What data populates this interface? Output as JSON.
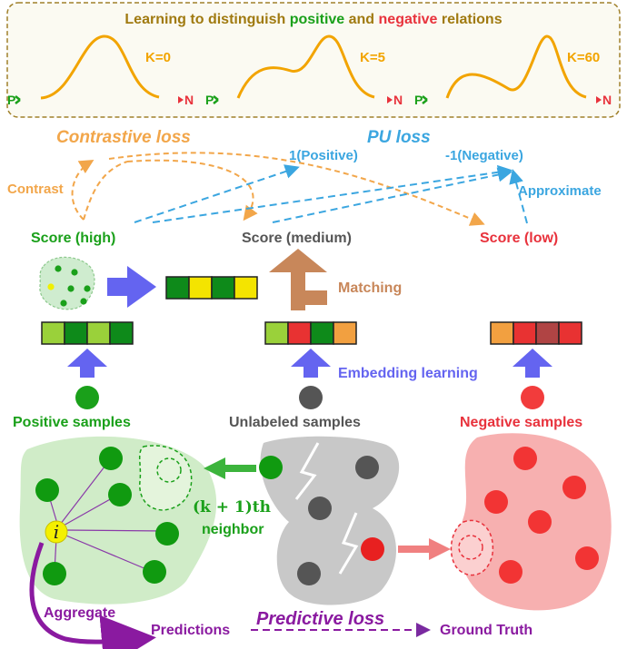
{
  "header": {
    "title_part1": "Learning to distinguish ",
    "title_positive": "positive",
    "title_part2": " and ",
    "title_negative": "negative",
    "title_part3": " relations",
    "curves": [
      {
        "k_label": "K=0",
        "p_label": "P",
        "n_label": "N"
      },
      {
        "k_label": "K=5",
        "p_label": "P",
        "n_label": "N"
      },
      {
        "k_label": "K=60",
        "p_label": "P",
        "n_label": "N"
      }
    ]
  },
  "losses": {
    "contrastive": "Contrastive loss",
    "pu": "PU loss",
    "predictive": "Predictive loss"
  },
  "labels": {
    "positive_target": "1(Positive)",
    "negative_target": "-1(Negative)",
    "contrast": "Contrast",
    "approximate": "Approximate",
    "score_high": "Score (high)",
    "score_medium": "Score (medium)",
    "score_low": "Score (low)",
    "matching": "Matching",
    "embedding_learning": "Embedding learning",
    "positive_samples": "Positive samples",
    "unlabeled_samples": "Unlabeled samples",
    "negative_samples": "Negative samples",
    "neighbor_formula": "(k + 1)th",
    "neighbor_word": "neighbor",
    "node_i": "i",
    "aggregate": "Aggregate",
    "predictions": "Predictions",
    "ground_truth": "Ground Truth"
  },
  "colors": {
    "green": "#1aa01a",
    "red": "#e8323c",
    "orange": "#f2a64a",
    "blue": "#3ba6e0",
    "purple": "#7a2aa0",
    "gray": "#555555",
    "gold": "#a07a10"
  }
}
